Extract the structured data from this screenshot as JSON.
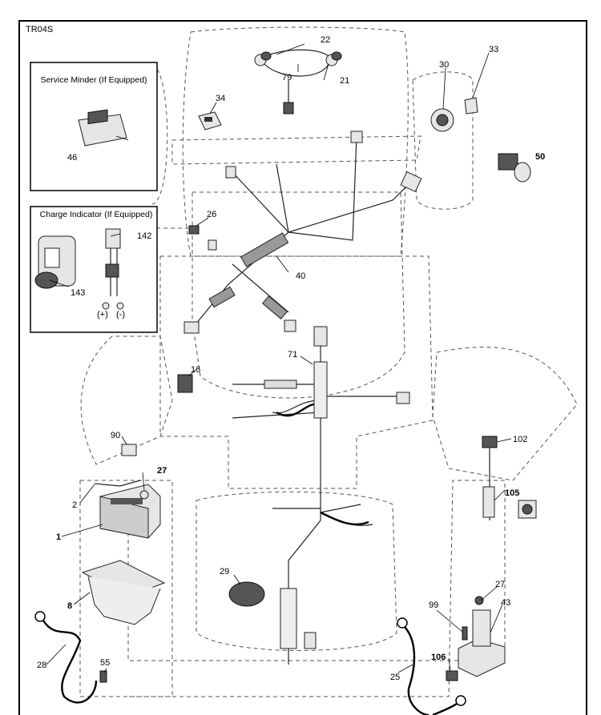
{
  "diagram_code": "TR04S",
  "boxes": {
    "service_minder": "Service Minder (If Equipped)",
    "charge_indicator": "Charge Indicator (If Equipped)"
  },
  "polarity": {
    "positive": "(+)",
    "negative": "(-)"
  },
  "callouts": {
    "p1": "1",
    "p2": "2",
    "p8": "8",
    "p16": "16",
    "p21": "21",
    "p22": "22",
    "p25": "25",
    "p26": "26",
    "p27a": "27",
    "p27b": "27",
    "p28": "28",
    "p29": "29",
    "p30": "30",
    "p33": "33",
    "p34": "34",
    "p40": "40",
    "p43": "43",
    "p46": "46",
    "p50": "50",
    "p55": "55",
    "p71": "71",
    "p79": "79",
    "p90": "90",
    "p99": "99",
    "p102": "102",
    "p105": "105",
    "p106": "106",
    "p142": "142",
    "p143": "143"
  }
}
